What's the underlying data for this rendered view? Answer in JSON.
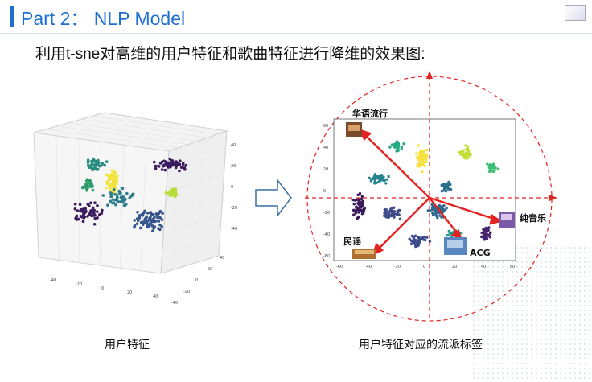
{
  "header": {
    "title": "Part 2： NLP Model"
  },
  "subtitle": "利用t-sne对高维的用户特征和歌曲特征进行降维的效果图:",
  "left_plot": {
    "caption": "用户特征",
    "x_ticks": [
      "-40",
      "-20",
      "0",
      "20",
      "40"
    ],
    "y_ticks": [
      "-40",
      "-20",
      "0",
      "20",
      "40"
    ],
    "z_ticks": [
      "40",
      "20",
      "0",
      "-20",
      "-40"
    ]
  },
  "right_plot": {
    "caption": "用户特征对应的流派标签",
    "genres": [
      "华语流行",
      "纯音乐",
      "民谣",
      "ACG"
    ],
    "x_ticks": [
      "-60",
      "-40",
      "-20",
      "0",
      "20",
      "40",
      "60"
    ],
    "y_ticks": [
      "60",
      "40",
      "20",
      "0",
      "-20",
      "-40",
      "-60"
    ]
  },
  "colors": {
    "accent": "#1f6fd1",
    "arrow": "#e52222"
  }
}
